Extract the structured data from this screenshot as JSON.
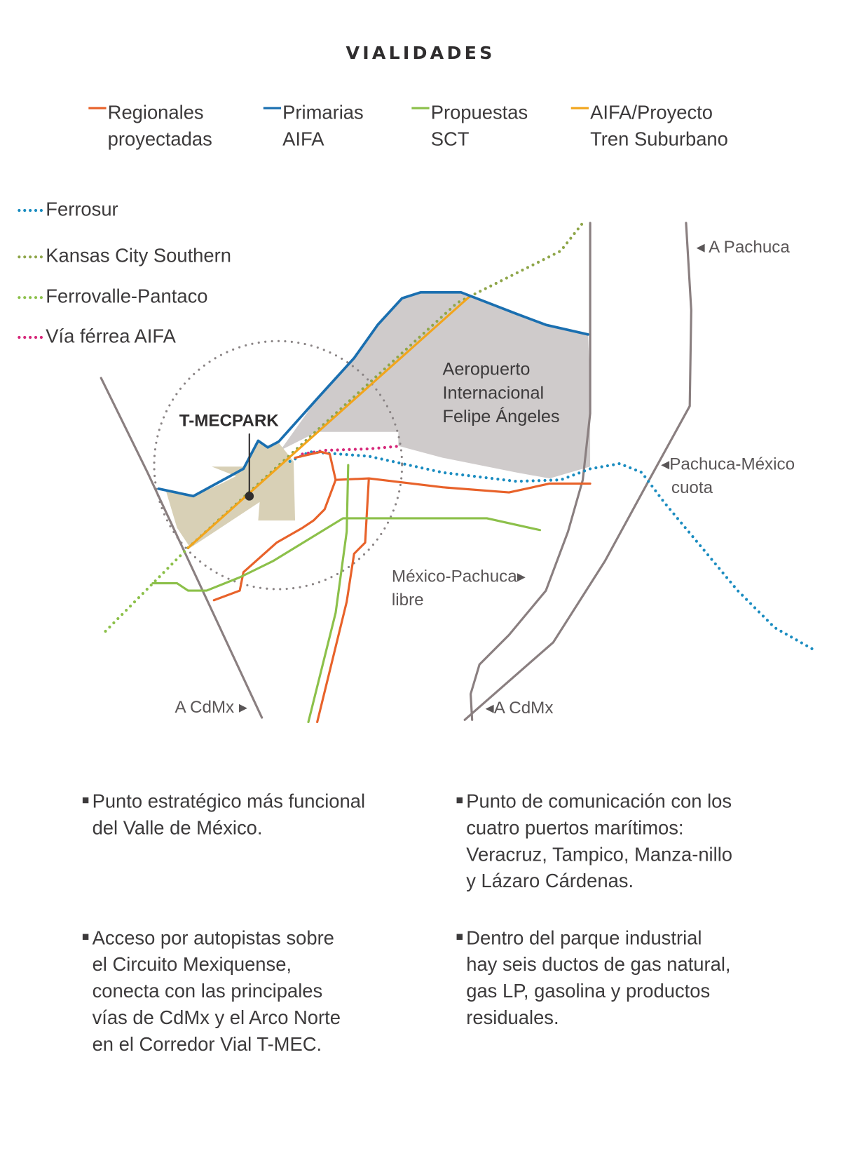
{
  "title": "VIALIDADES",
  "road_legend": [
    {
      "line1": "Regionales",
      "line2": "proyectadas",
      "color": "#e8622a"
    },
    {
      "line1": "Primarias",
      "line2": "AIFA",
      "color": "#1a6fb0"
    },
    {
      "line1": "Propuestas",
      "line2": "SCT",
      "color": "#8cc04a"
    },
    {
      "line1": "AIFA/Proyecto",
      "line2": "Tren Suburbano",
      "color": "#f2a51c"
    }
  ],
  "rail_legend": [
    {
      "label": "Ferrosur",
      "color": "#1a8cc0"
    },
    {
      "label": "Kansas City Southern",
      "color": "#8fa64a"
    },
    {
      "label": "Ferrovalle-Pantaco",
      "color": "#8cc04a"
    },
    {
      "label": "Vía férrea AIFA",
      "color": "#d6287a"
    }
  ],
  "map": {
    "park_label": "T-MECPARK",
    "airport_label": [
      "Aeropuerto",
      "Internacional",
      "Felipe Ángeles"
    ],
    "a_pachuca": "◂ A Pachuca",
    "pachuca_mexico": [
      "◂Pachuca-México",
      "cuota"
    ],
    "mexico_pachuca": [
      "México-Pachuca▸",
      "libre"
    ],
    "a_cdmx_left": "A CdMx ▸",
    "a_cdmx_right": "◂A CdMx"
  },
  "bullets": [
    "Punto estratégico más funcional del Valle de México.",
    "Punto de comunicación con los cuatro puertos marítimos: Veracruz, Tampico, Manza-nillo y Lázaro Cárdenas.",
    "Acceso por autopistas sobre el Circuito Mexiquense, conecta con las principales vías de CdMx y el Arco Norte en el Corredor Vial T-MEC.",
    "Dentro del parque industrial hay seis ductos de gas natural, gas LP, gasolina y productos residuales."
  ]
}
